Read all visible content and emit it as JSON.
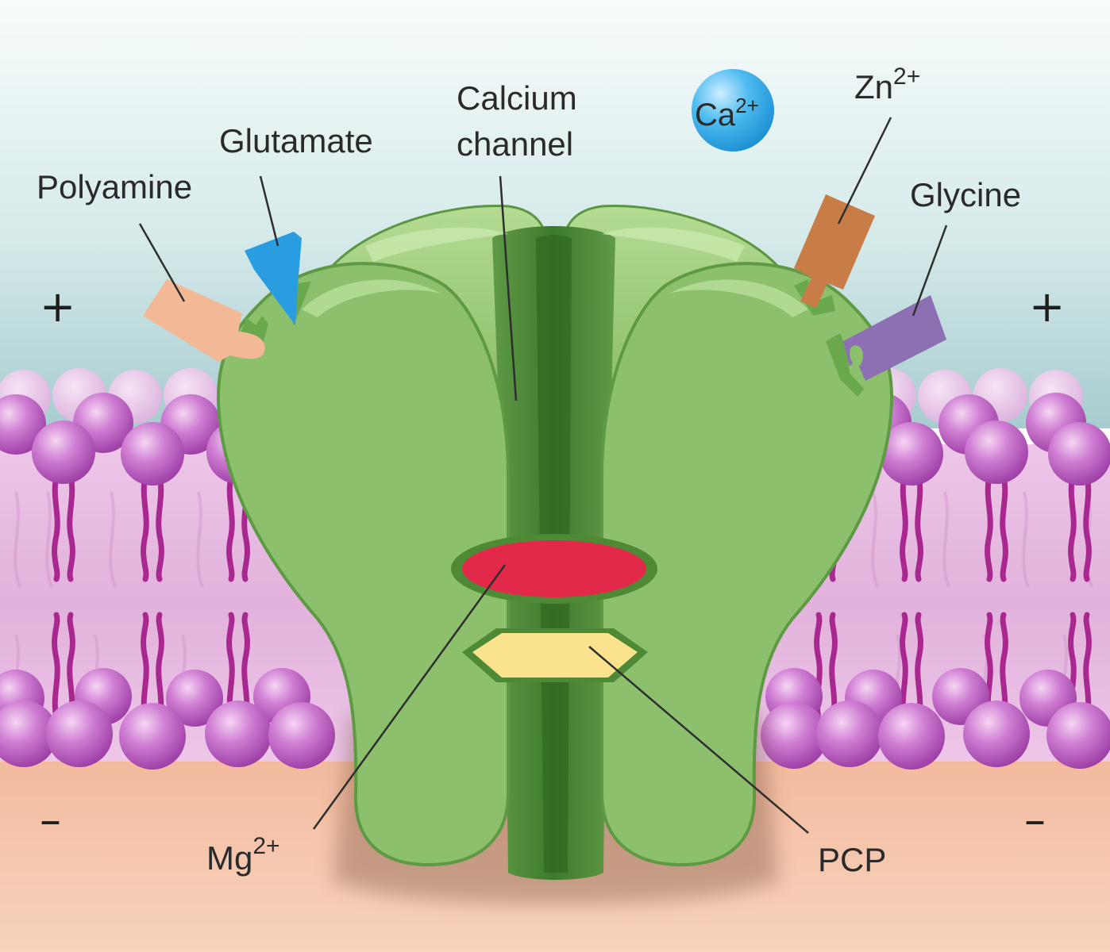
{
  "labels": {
    "polyamine": "Polyamine",
    "glutamate": "Glutamate",
    "calcium_channel_line1": "Calcium",
    "calcium_channel_line2": "channel",
    "calcium_ion": "Ca",
    "calcium_ion_charge": "2+",
    "zinc": "Zn",
    "zinc_charge": "2+",
    "glycine": "Glycine",
    "magnesium": "Mg",
    "magnesium_charge": "2+",
    "pcp": "PCP"
  },
  "charges": {
    "outside_left": "+",
    "outside_right": "+",
    "inside_left": "–",
    "inside_right": "–"
  },
  "colors": {
    "extracellular": "#dfeeee",
    "intracellular": "#f4c7ad",
    "membrane_lipid": "#c070c8",
    "lipid_tail": "#a8288f",
    "receptor_green": "#8cc06c",
    "receptor_dark": "#3f7a2c",
    "polyamine": "#f3b896",
    "glutamate": "#2a9de0",
    "zinc": "#c87c46",
    "glycine": "#8d70b4",
    "magnesium": "#e3294a",
    "pcp": "#fbe38d",
    "calcium_ion": "#3aaee8"
  }
}
